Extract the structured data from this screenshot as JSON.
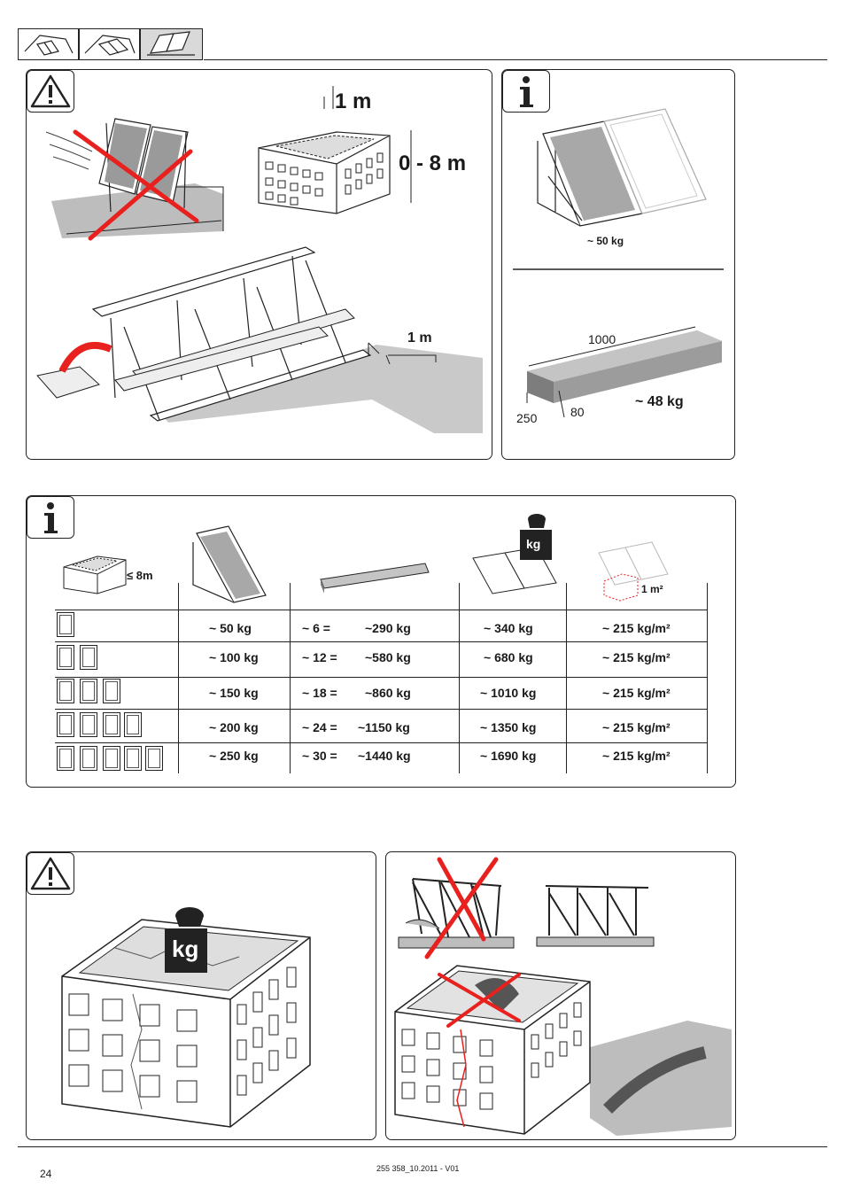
{
  "header": {
    "tabs": [
      {
        "name": "roof-integrated-icon",
        "active": false
      },
      {
        "name": "roof-mounted-icon",
        "active": false
      },
      {
        "name": "flat-roof-icon",
        "active": true
      }
    ]
  },
  "panel_warning_top": {
    "icon": "warning-icon",
    "height_label": "1 m",
    "height_range": "0 - 8 m",
    "edge_distance": "1 m"
  },
  "panel_info_top": {
    "icon": "info-icon",
    "collector_weight": "~ 50 kg",
    "ballast_length": "1000",
    "ballast_width": "250",
    "ballast_height": "80",
    "ballast_weight": "~ 48 kg"
  },
  "table": {
    "icon": "info-icon",
    "building_height": "≤ 8m",
    "area_label": "1 m²",
    "kg_label": "kg",
    "rows": [
      {
        "count": 1,
        "collector": "~   50 kg",
        "ballast_count": "~   6 =",
        "ballast_weight": "~290 kg",
        "total": "~ 340 kg",
        "load": "~ 215 kg/m²"
      },
      {
        "count": 2,
        "collector": "~ 100 kg",
        "ballast_count": "~ 12 =",
        "ballast_weight": "~580 kg",
        "total": "~ 680 kg",
        "load": "~ 215 kg/m²"
      },
      {
        "count": 3,
        "collector": "~ 150 kg",
        "ballast_count": "~ 18 =",
        "ballast_weight": "~860 kg",
        "total": "~ 1010 kg",
        "load": "~ 215 kg/m²"
      },
      {
        "count": 4,
        "collector": "~ 200 kg",
        "ballast_count": "~ 24 =",
        "ballast_weight": "~1150 kg",
        "total": "~ 1350 kg",
        "load": "~ 215 kg/m²"
      },
      {
        "count": 5,
        "collector": "~ 250 kg",
        "ballast_count": "~ 30 =",
        "ballast_weight": "~1440 kg",
        "total": "~ 1690 kg",
        "load": "~ 215 kg/m²"
      }
    ]
  },
  "panel_warning_load": {
    "icon": "warning-icon",
    "kg_label": "kg"
  },
  "panel_damage": {
    "icon": "none"
  },
  "footer": {
    "page_number": "24",
    "doc_code": "255 358_10.2011 - V01"
  }
}
